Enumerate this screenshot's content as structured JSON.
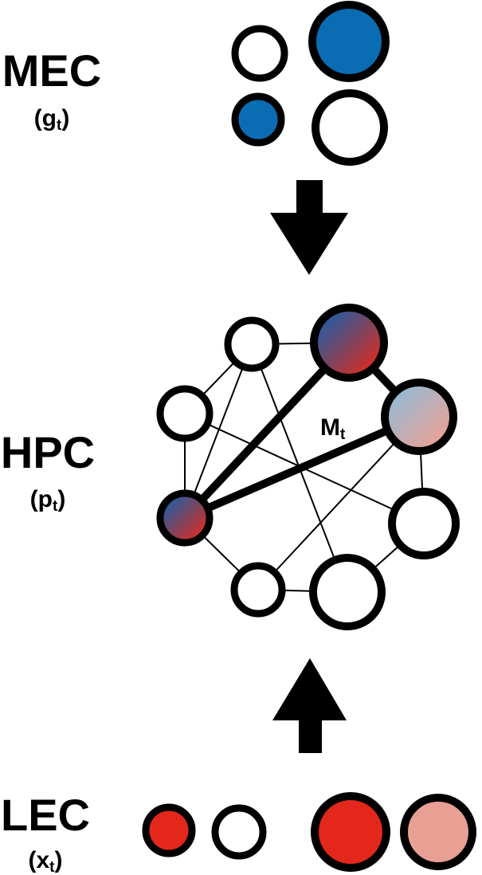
{
  "labels": {
    "mec": {
      "name": "MEC",
      "var": "g",
      "sub": "t"
    },
    "hpc": {
      "name": "HPC",
      "var": "p",
      "sub": "t"
    },
    "lec": {
      "name": "LEC",
      "var": "x",
      "sub": "t"
    },
    "memory": {
      "var": "M",
      "sub": "t"
    }
  },
  "colors": {
    "blue": "#0a6db4",
    "red": "#e3271b",
    "light_blue": "#8fb6d8",
    "light_red": "#e8a094",
    "outline": "#000000",
    "empty": "#ffffff"
  },
  "mec_units": [
    "white",
    "blue",
    "blue",
    "white"
  ],
  "lec_units": [
    "red",
    "white",
    "red",
    "light-red"
  ],
  "hpc_units": [
    "white",
    "blue-red",
    "light-blue-red",
    "white",
    "white",
    "white",
    "blue-red",
    "white"
  ]
}
